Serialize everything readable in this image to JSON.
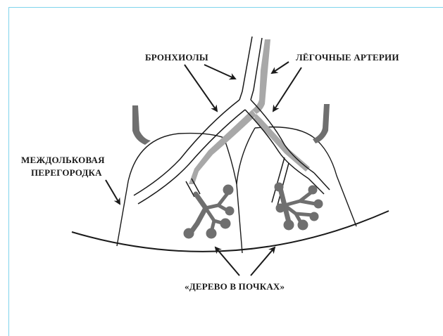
{
  "labels": {
    "bronchioles": "БРОНХИОЛЫ",
    "pulmonary_arteries": "ЛЁГОЧНЫЕ АРТЕРИИ",
    "septum_line1": "МЕЖДОЛЬКОВАЯ",
    "septum_line2": "ПЕРЕГОРОДКА",
    "tree_in_bud": "«ДЕРЕВО В ПОЧКАХ»"
  },
  "colors": {
    "frame_accent": "#7fd4ec",
    "line": "#1a1a1a",
    "artery_gray": "#9a9a9a",
    "bud_gray": "#6f6f6f"
  }
}
